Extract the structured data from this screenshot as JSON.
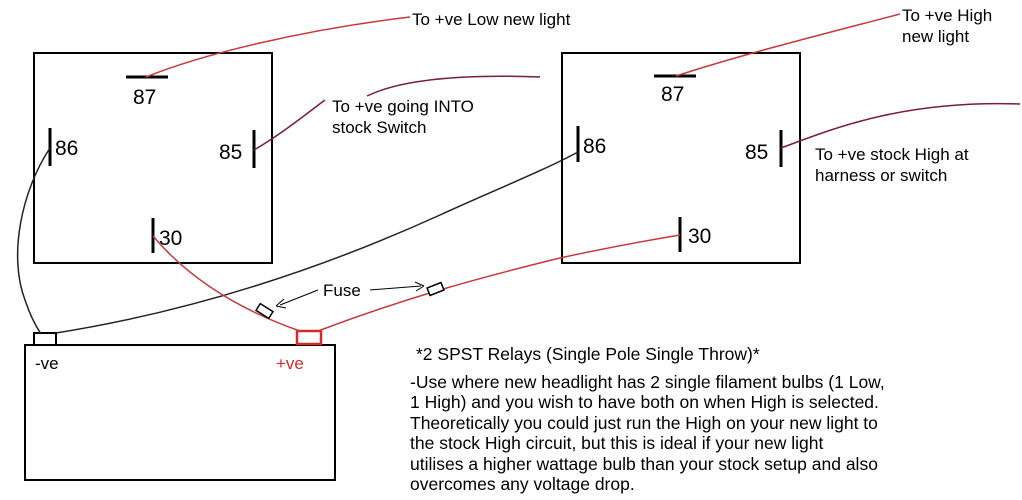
{
  "relay_left": {
    "pins": {
      "p87": "87",
      "p86": "86",
      "p85": "85",
      "p30": "30"
    }
  },
  "relay_right": {
    "pins": {
      "p87": "87",
      "p86": "86",
      "p85": "85",
      "p30": "30"
    }
  },
  "labels": {
    "low_light": "To +ve Low new light",
    "high_light_1": "To +ve High",
    "high_light_2": "new light",
    "into_switch_1": "To +ve going INTO",
    "into_switch_2": "stock Switch",
    "stock_high_1": "To +ve stock High at",
    "stock_high_2": "harness or switch",
    "fuse": "Fuse"
  },
  "battery": {
    "neg": "-ve",
    "pos": "+ve"
  },
  "notes": {
    "title": "*2 SPST Relays (Single Pole Single Throw)*",
    "lines": [
      "-Use where new headlight has 2 single filament bulbs (1 Low,",
      "1 High) and you wish to have both on when High is selected.",
      "Theoretically you could just run the High on your new light to",
      "the stock High circuit, but this is ideal if your new light",
      "utilises a higher wattage bulb than your stock setup and also",
      "overcomes any voltage drop."
    ]
  },
  "colors": {
    "wire_red": "#c8393c",
    "wire_maroon": "#7a1c3a",
    "wire_black": "#222222",
    "terminal_pos": "#d42a2a"
  }
}
